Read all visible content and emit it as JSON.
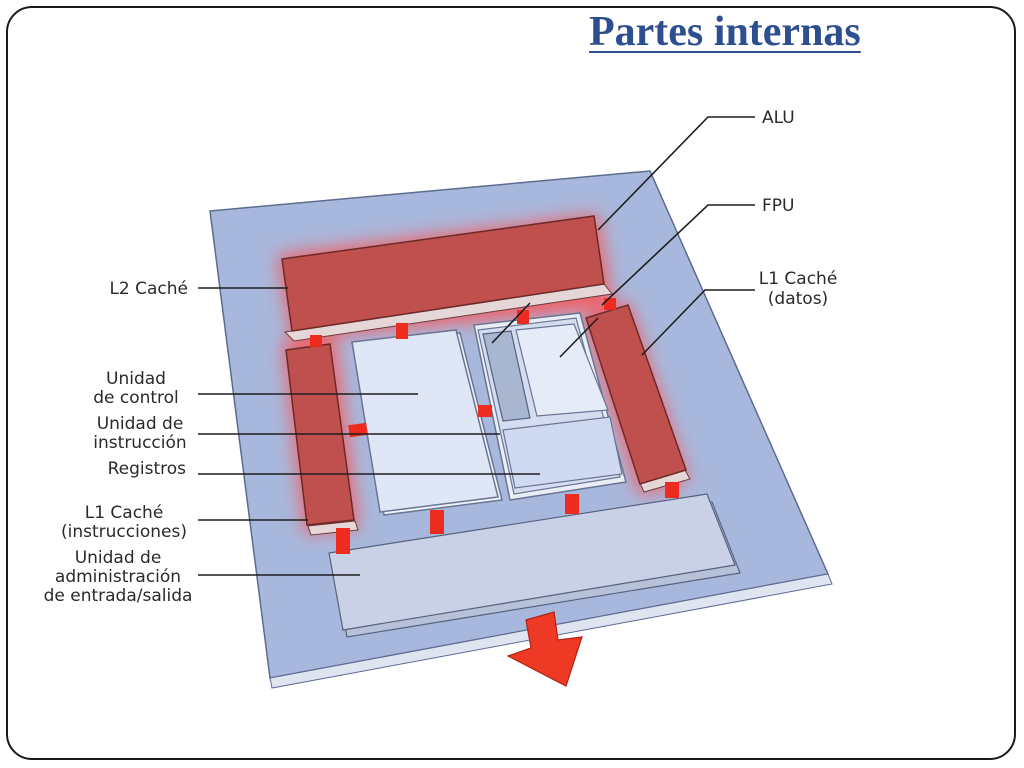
{
  "slide": {
    "title": "Partes internas"
  },
  "labels": {
    "alu": "ALU",
    "fpu": "FPU",
    "l1_data": [
      "L1 Caché",
      "(datos)"
    ],
    "l2_cache": "L2 Caché",
    "control_unit": [
      "Unidad",
      "de control"
    ],
    "instruction_unit": [
      "Unidad de",
      "instrucción"
    ],
    "registers": "Registros",
    "l1_instructions": [
      "L1 Caché",
      "(instrucciones)"
    ],
    "io_unit": [
      "Unidad de",
      "administración",
      "de entrada/salida"
    ]
  },
  "colors": {
    "title": "#2e4f8f",
    "die": "#a8b8dc",
    "cache": "#c0504d",
    "bus": "#ee2b1f",
    "unit_panel": "#dce3f4",
    "io_panel": "#c6cfe2",
    "arrow": "#ee3a24"
  }
}
